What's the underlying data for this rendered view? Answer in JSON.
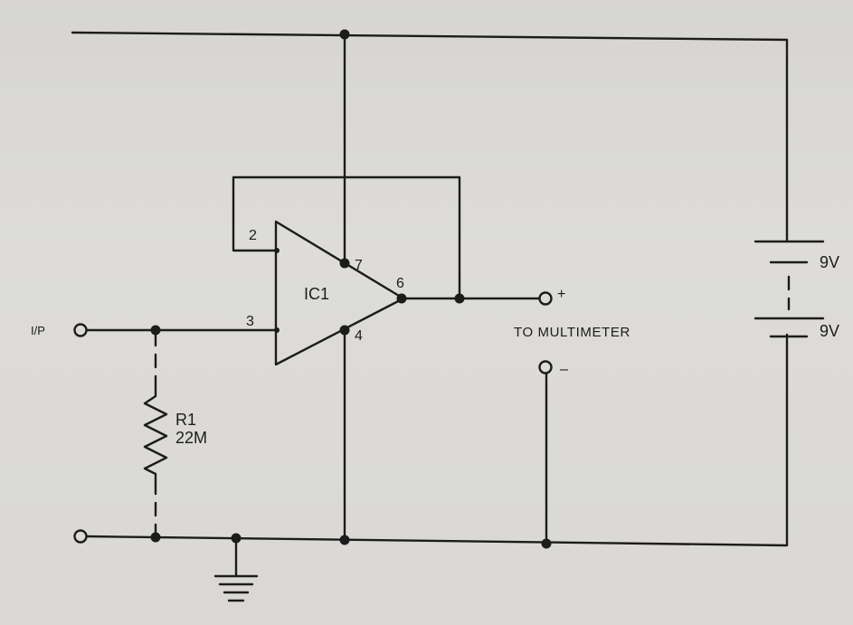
{
  "circuit": {
    "ic": {
      "label": "IC1",
      "pins": {
        "inverting": "2",
        "non_inverting": "3",
        "negative_supply": "4",
        "output": "6",
        "positive_supply": "7"
      }
    },
    "resistor": {
      "designator": "R1",
      "value": "22M"
    },
    "input": {
      "label": "I/P"
    },
    "output": {
      "label": "TO MULTIMETER",
      "plus": "+",
      "minus": "–"
    },
    "battery": {
      "upper": "9V",
      "lower": "9V"
    }
  }
}
